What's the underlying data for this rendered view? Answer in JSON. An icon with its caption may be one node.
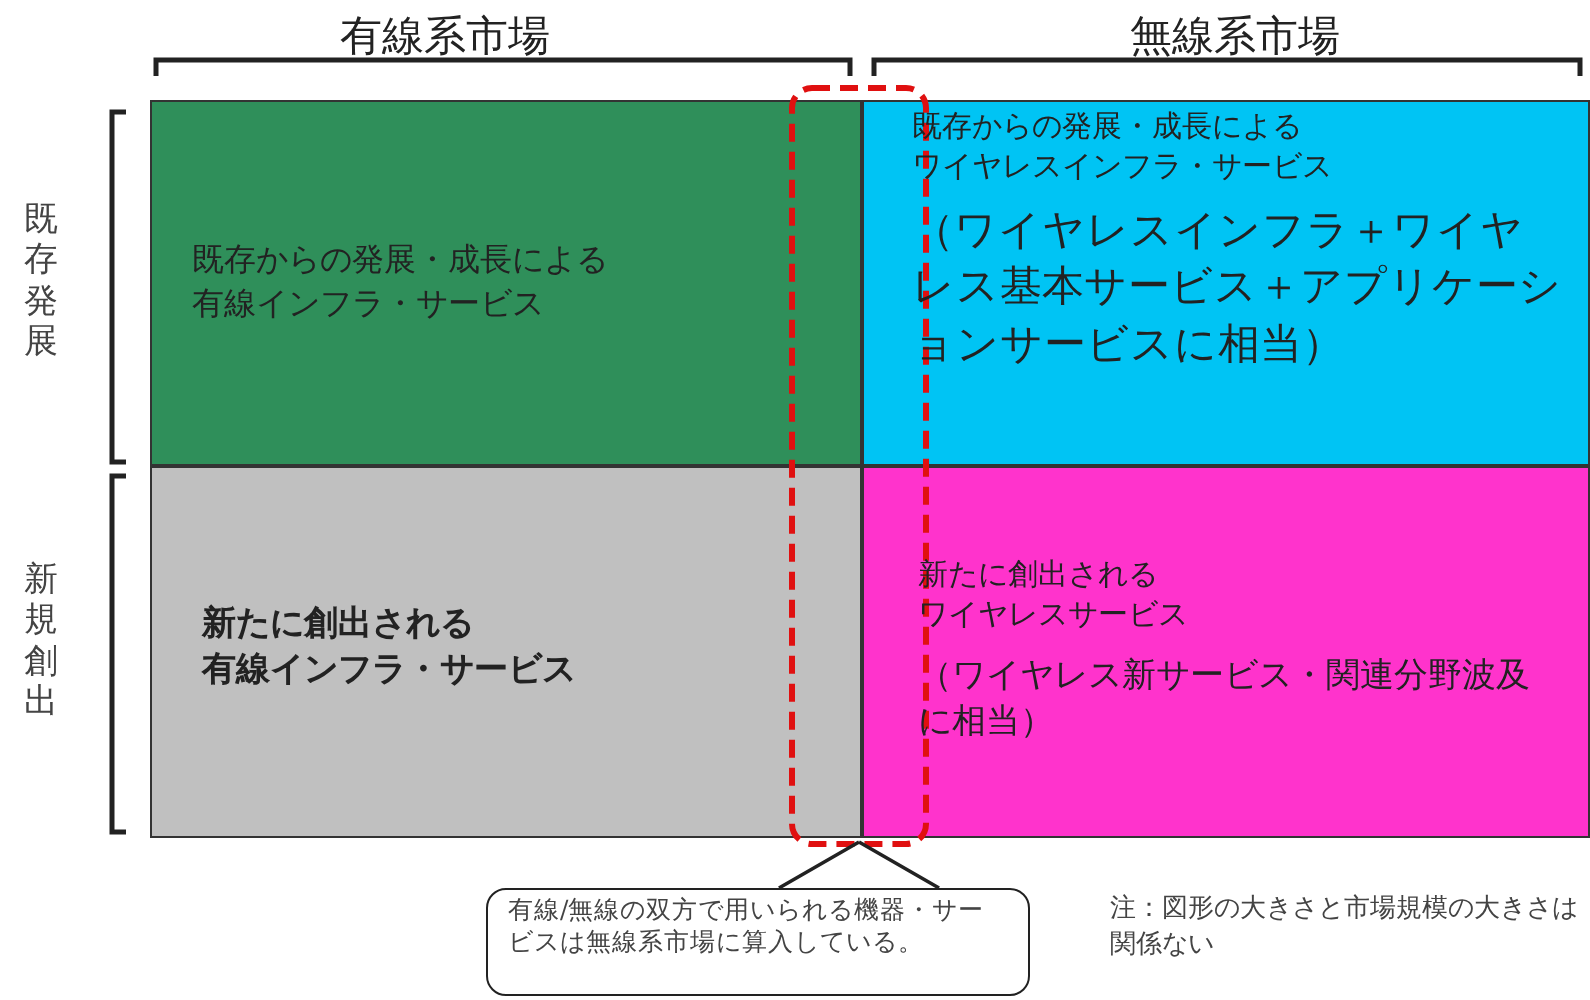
{
  "diagram": {
    "nodes": [
      {
        "text": [
          "既存からの発展・成長による有線インフラ・サービス"
        ]
      },
      {
        "text": [
          "既存からの発展・成長によるワイヤレスインフラ・サービス",
          "（ワイヤレスインフラ＋ワイヤレス基本サービス＋アプリケーションサービスに相当）"
        ]
      },
      {
        "text": [
          "新たに創出される有線インフラ・サービス"
        ]
      },
      {
        "text": [
          "新たに創出されるワイヤレスサービス",
          "（ワイヤレス新サービス・関連分野波及に相当）"
        ]
      },
      {
        "text": [],
        "shape": "box"
      },
      {
        "text": [
          "有線/無線の双方で用いられる機器・サービスは無線系市場に算入している。"
        ]
      }
    ],
    "edges": [
      {
        "from": 5,
        "to": 4,
        "arrow": "none"
      }
    ],
    "labels": [
      "有線系市場",
      "無線系市場",
      "既存発展",
      "新規創出",
      "注：図形の大きさと市場規模の大きさは関係ない"
    ]
  }
}
